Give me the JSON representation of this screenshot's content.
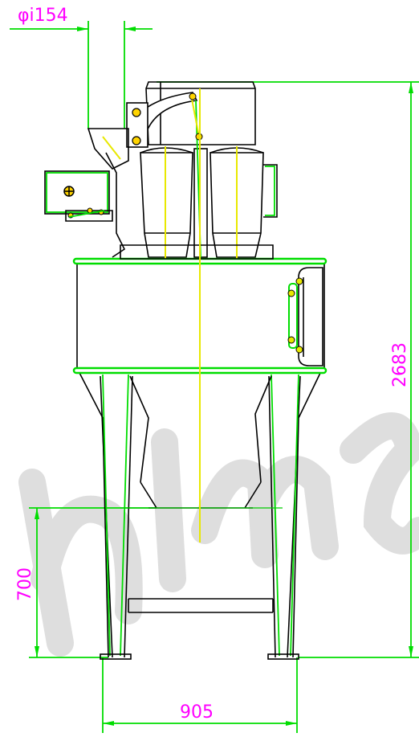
{
  "dimensions": {
    "pipe_diameter": "φi154",
    "total_height": "2683",
    "leg_height": "700",
    "base_width": "905"
  },
  "colors": {
    "dimension_text": "#ff00ff",
    "dimension_lines": "#00dd00",
    "outline": "#000000",
    "centerline": "#e8e800",
    "watermark": "#d9d9d9"
  }
}
